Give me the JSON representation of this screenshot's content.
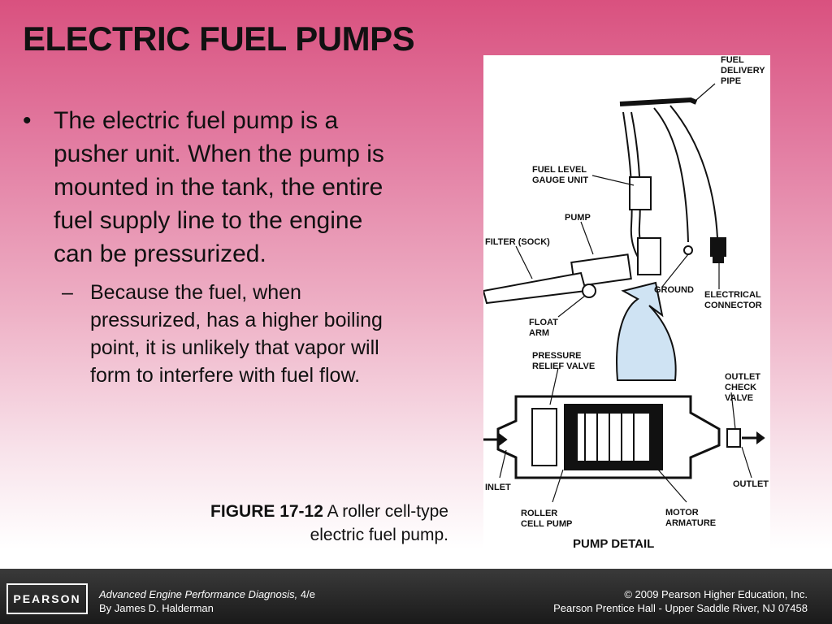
{
  "slide": {
    "title": "ELECTRIC FUEL PUMPS",
    "bullet_mark": "•",
    "bullet_text": "The electric fuel pump is a pusher unit. When the pump is mounted in the tank, the entire fuel supply line to the engine can be pressurized.",
    "sub_mark": "–",
    "sub_text": "Because the fuel, when pressurized, has a higher boiling point, it is unlikely that vapor will form to interfere with fuel flow."
  },
  "caption": {
    "figure_number": "FIGURE 17-12",
    "text": " A roller cell-type electric fuel pump."
  },
  "figure": {
    "labels": {
      "fuel_delivery_1": "FUEL",
      "fuel_delivery_2": "DELIVERY",
      "fuel_delivery_3": "PIPE",
      "gauge_1": "FUEL LEVEL",
      "gauge_2": "GAUGE UNIT",
      "pump": "PUMP",
      "filter": "FILTER (SOCK)",
      "ground": "GROUND",
      "electrical_1": "ELECTRICAL",
      "electrical_2": "CONNECTOR",
      "float_1": "FLOAT",
      "float_2": "ARM",
      "relief_1": "PRESSURE",
      "relief_2": "RELIEF VALVE",
      "check_1": "OUTLET",
      "check_2": "CHECK",
      "check_3": "VALVE",
      "inlet": "INLET",
      "outlet": "OUTLET",
      "roller_1": "ROLLER",
      "roller_2": "CELL PUMP",
      "motor_1": "MOTOR",
      "motor_2": "ARMATURE",
      "detail": "PUMP DETAIL"
    },
    "arrow_color": "#cfe3f3"
  },
  "footer": {
    "logo": "PEARSON",
    "book_title": "Advanced Engine Performance Diagnosis,",
    "edition": " 4/e",
    "author": "By James D. Halderman",
    "copyright": "© 2009 Pearson Higher Education, Inc.",
    "publisher": "Pearson Prentice Hall - Upper Saddle River, NJ 07458"
  }
}
